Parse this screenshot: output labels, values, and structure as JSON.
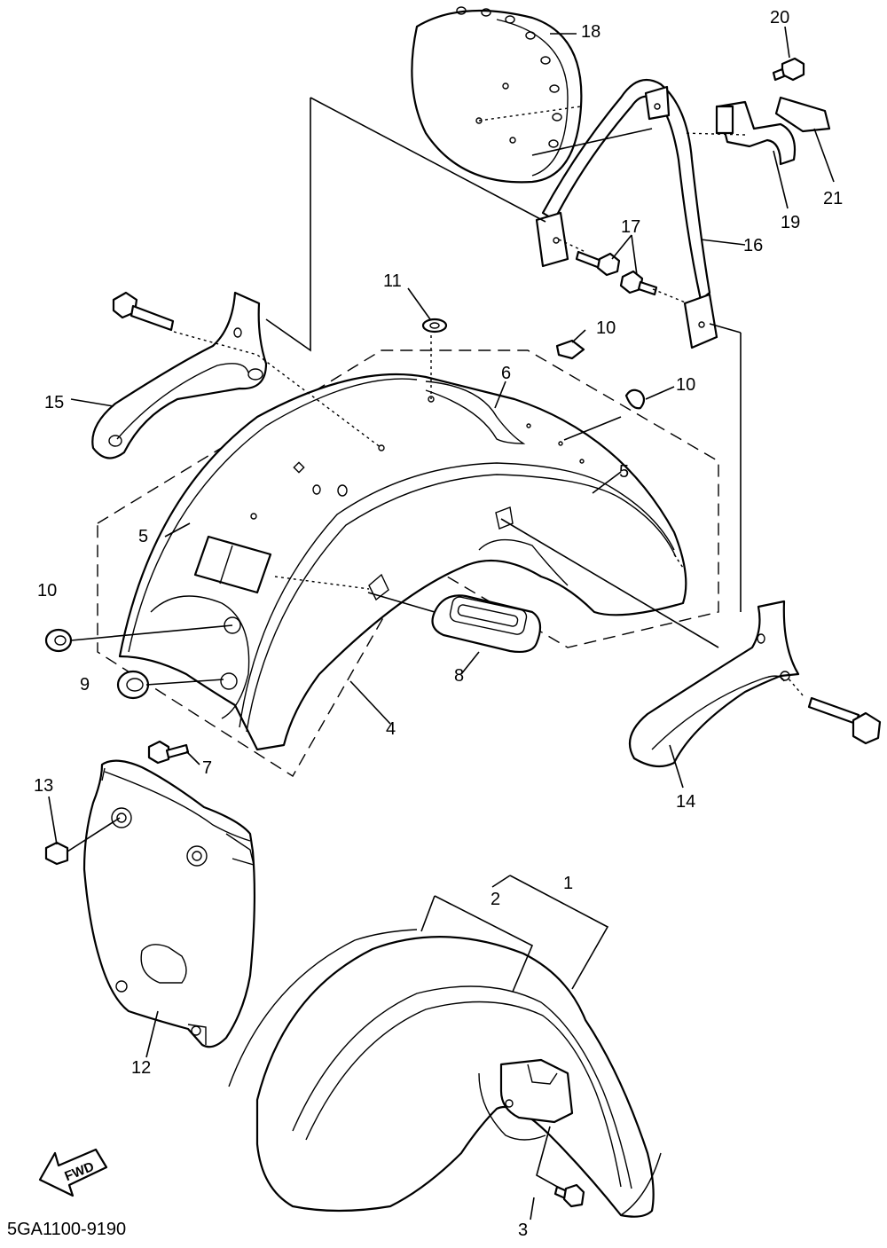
{
  "diagram": {
    "drawing_code": "5GA1100-9190",
    "direction_label": "FWD",
    "callouts": {
      "c1": "1",
      "c2": "2",
      "c3": "3",
      "c4": "4",
      "c5a": "5",
      "c5b": "5",
      "c6": "6",
      "c7": "7",
      "c8": "8",
      "c9": "9",
      "c10a": "10",
      "c10b": "10",
      "c10c": "10",
      "c11": "11",
      "c12": "12",
      "c13": "13",
      "c14": "14",
      "c15": "15",
      "c16": "16",
      "c17": "17",
      "c18": "18",
      "c19": "19",
      "c20": "20",
      "c21": "21"
    }
  }
}
